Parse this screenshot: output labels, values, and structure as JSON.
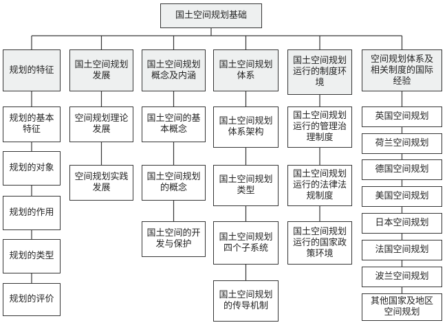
{
  "root": "国土空间规划基础",
  "columns": [
    {
      "title": "规划的特征",
      "children": [
        "规划的基本特征",
        "规划的对象",
        "规划的作用",
        "规划的类型",
        "规划的评价"
      ]
    },
    {
      "title": "国土空间规划发展",
      "children": [
        "空间规划理论发展",
        "空间规划实践发展"
      ]
    },
    {
      "title": "国土空间规划概念及内涵",
      "children": [
        "国土空间的基本概念",
        "国土空间规划的概念",
        "国土空间的开发与保护"
      ]
    },
    {
      "title": "国土空间规划体系",
      "children": [
        "国土空间规划体系架构",
        "国土空间规划类型",
        "国土空间规划四个子系统",
        "国土空间规划的传导机制"
      ]
    },
    {
      "title": "国土空间规划运行的制度环境",
      "children": [
        "国土空间规划运行的管理治理制度",
        "国土空间规划运行的法律法规制度",
        "国土空间规划运行的国家政策环境"
      ]
    },
    {
      "title": "空间规划体系及相关制度的国际经验",
      "children": [
        "英国空间规划",
        "荷兰空间规划",
        "德国空间规划",
        "美国空间规划",
        "日本空间规划",
        "法国空间规划",
        "波兰空间规划",
        "其他国家及地区空间规划"
      ]
    }
  ]
}
